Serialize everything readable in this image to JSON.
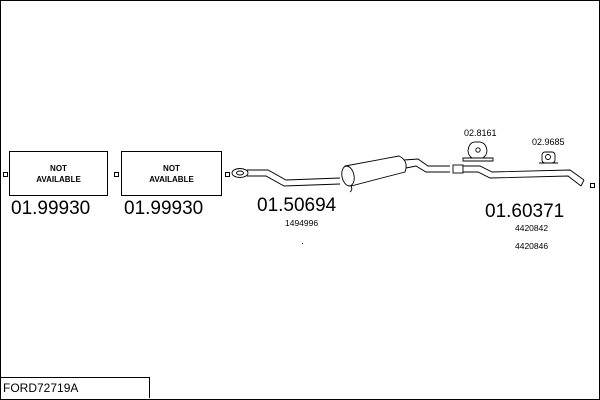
{
  "diagram": {
    "parts": [
      {
        "number": "01.99930",
        "box_text": "NOT\nAVAILABLE"
      },
      {
        "number": "01.99930",
        "box_text": "NOT\nAVAILABLE"
      },
      {
        "number": "01.50694",
        "oe_numbers": [
          "1494996"
        ]
      },
      {
        "number": "01.60371",
        "oe_numbers": [
          "4420842",
          "4420846"
        ]
      }
    ],
    "accessories": [
      {
        "number": "02.8161"
      },
      {
        "number": "02.9685"
      }
    ],
    "reference": "FORD72719A"
  }
}
